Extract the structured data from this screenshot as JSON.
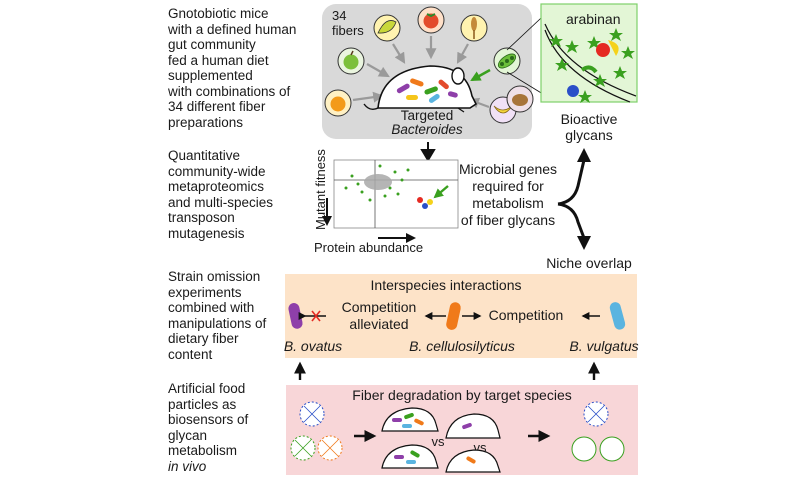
{
  "steps": [
    {
      "lines": [
        "Gnotobiotic mice",
        "with a defined human",
        "gut community",
        "fed a human diet",
        "supplemented",
        "with combinations of",
        "34 different fiber",
        "preparations"
      ]
    },
    {
      "lines": [
        "Quantitative",
        "community-wide",
        "metaproteomics",
        "and multi-species",
        "transposon",
        "mutagenesis"
      ]
    },
    {
      "lines": [
        "Strain omission",
        "experiments",
        "combined with",
        "manipulations of",
        "dietary fiber",
        "content"
      ]
    },
    {
      "lines": [
        "Artificial food",
        "particles as",
        "biosensors of",
        "glycan",
        "metabolism",
        "in vivo"
      ]
    }
  ],
  "fiber_panel": {
    "count_label": [
      "34",
      "fibers"
    ],
    "mouse_label": "Targeted",
    "mouse_label_italic": "Bacteroides",
    "fiber_icons": [
      "leaf-icon",
      "tomato-icon",
      "grain-icon",
      "pea-pod-icon",
      "apple-icon",
      "orange-icon",
      "banana-icon",
      "potato-icon"
    ]
  },
  "arabinan_panel": {
    "label": "arabinan",
    "caption": [
      "Bioactive",
      "glycans"
    ]
  },
  "scatter": {
    "ylabel": "Mutant fitness",
    "xlabel": "Protein abundance"
  },
  "genes_label": [
    "Microbial genes",
    "required for",
    "metabolism",
    "of fiber glycans"
  ],
  "niche_label": "Niche overlap",
  "interactions": {
    "title": "Interspecies interactions",
    "left_label": [
      "Competition",
      "alleviated"
    ],
    "right_label": "Competition",
    "species": [
      {
        "name": "B. ovatus",
        "color": "#8e3fa9"
      },
      {
        "name": "B. cellulosilyticus",
        "color": "#f07a1a"
      },
      {
        "name": "B. vulgatus",
        "color": "#5ab4e0"
      }
    ]
  },
  "degradation": {
    "title": "Fiber degradation by target species",
    "vs_labels": [
      "vs",
      "vs"
    ]
  },
  "colors": {
    "gray_panel": "#d9d9d9",
    "green_panel": "#e3f6d6",
    "orange_panel": "#fde3c8",
    "pink_panel": "#f8d6d8",
    "accent_green": "#3aa01f"
  }
}
